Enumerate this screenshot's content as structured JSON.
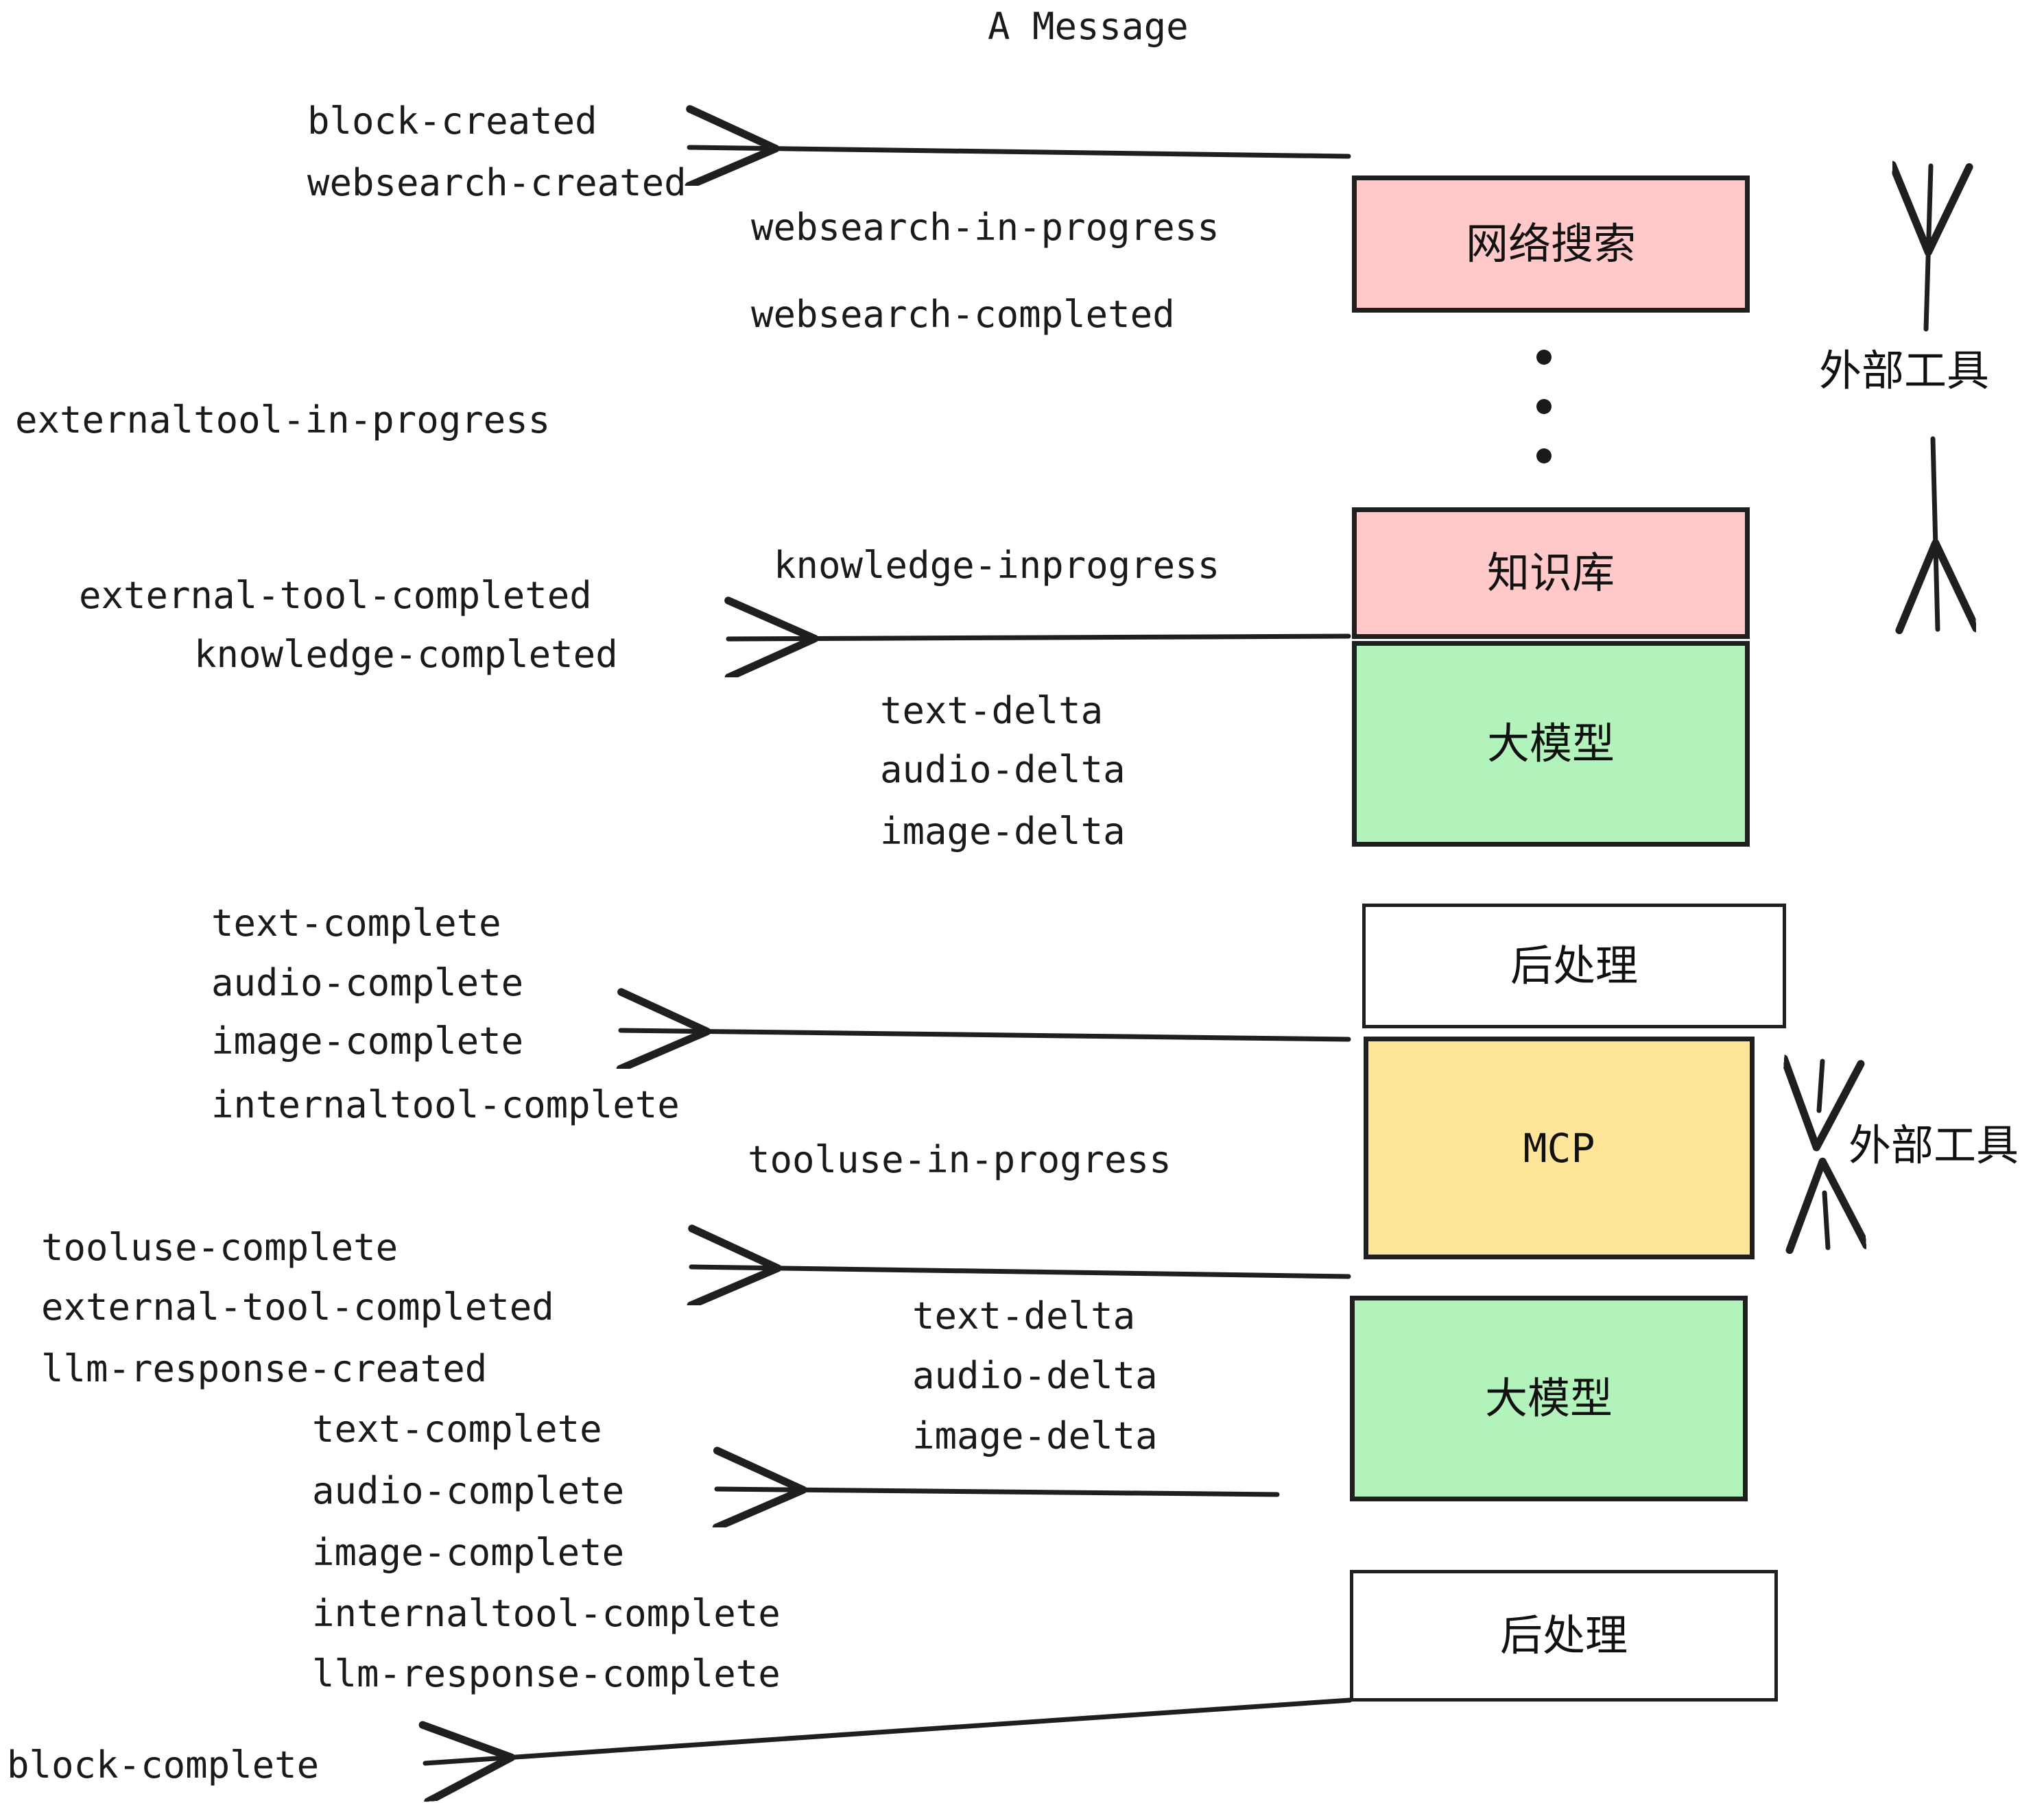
{
  "diagram": {
    "title": "A Message",
    "background_color": "#ffffff",
    "stroke_color": "#1f1f1f"
  },
  "colors": {
    "pink": "#FFC9C9",
    "green": "#B2F2BB",
    "yellow": "#FFE599",
    "white": "#FFFFFF",
    "line": "#1f1f1f",
    "text": "#1a1a1a"
  },
  "boxes": [
    {
      "id": "websearch",
      "label": "网络搜索",
      "fill": "#FFC9C9"
    },
    {
      "id": "knowledge",
      "label": "知识库",
      "fill": "#FFC9C9"
    },
    {
      "id": "llm-1",
      "label": "大模型",
      "fill": "#B2F2BB"
    },
    {
      "id": "postprocess-1",
      "label": "后处理",
      "fill": "#FFFFFF"
    },
    {
      "id": "mcp",
      "label": "MCP",
      "fill": "#FFE599"
    },
    {
      "id": "llm-2",
      "label": "大模型",
      "fill": "#B2F2BB"
    },
    {
      "id": "postprocess-2",
      "label": "后处理",
      "fill": "#FFFFFF"
    }
  ],
  "side_labels": {
    "external_tool_top": "外部工具",
    "external_tool_bottom": "外部工具"
  },
  "events": {
    "block_created": "block-created",
    "websearch_created": "websearch-created",
    "websearch_in_progress": "websearch-in-progress",
    "websearch_completed": "websearch-completed",
    "externaltool_in_progress": "externaltool-in-progress",
    "knowledge_inprogress": "knowledge-inprogress",
    "external_tool_completed_1": "external-tool-completed",
    "knowledge_completed": "knowledge-completed",
    "text_delta_1": "text-delta",
    "audio_delta_1": "audio-delta",
    "image_delta_1": "image-delta",
    "text_complete_1": "text-complete",
    "audio_complete_1": "audio-complete",
    "image_complete_1": "image-complete",
    "internaltool_complete_1": "internaltool-complete",
    "tooluse_in_progress": "tooluse-in-progress",
    "tooluse_complete": "tooluse-complete",
    "external_tool_completed_2": "external-tool-completed",
    "llm_response_created": "llm-response-created",
    "text_delta_2": "text-delta",
    "audio_delta_2": "audio-delta",
    "image_delta_2": "image-delta",
    "text_complete_2": "text-complete",
    "audio_complete_2": "audio-complete",
    "image_complete_2": "image-complete",
    "internaltool_complete_2": "internaltool-complete",
    "llm_response_complete": "llm-response-complete",
    "block_complete": "block-complete"
  }
}
